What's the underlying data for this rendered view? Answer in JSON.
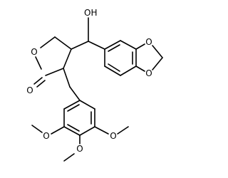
{
  "molecule": {
    "labels": {
      "hydroxyl": "OH",
      "ring_oxygen": "O",
      "carbonyl_oxygen": "O",
      "dioxole_oxygen_top": "O",
      "dioxole_oxygen_bottom": "O",
      "methoxy_oxygen_left": "O",
      "methoxy_oxygen_middle": "O",
      "methoxy_oxygen_right": "O"
    }
  }
}
